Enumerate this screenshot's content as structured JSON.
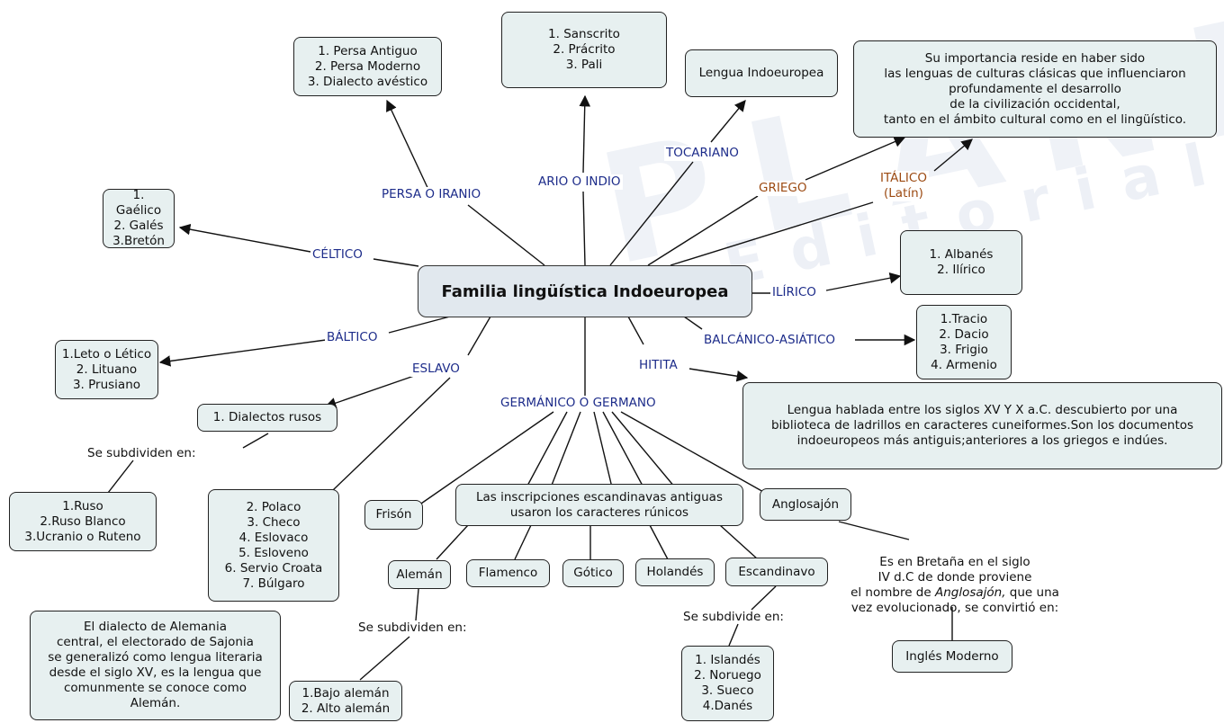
{
  "watermark": {
    "text": "PLANETA",
    "sub": "Editorial"
  },
  "central": "Familia lingüística Indoeuropea",
  "branches": {
    "persa": "PERSA O IRANIO",
    "ario": "ARIO O INDIO",
    "tocariano": "TOCARIANO",
    "griego": "GRIEGO",
    "italico": "ITÁLICO\n(Latín)",
    "celtico": "CÉLTICO",
    "ilirico": "ILÍRICO",
    "baltico": "BÁLTICO",
    "balcanico": "BALCÁNICO-ASIÁTICO",
    "eslavo": "ESLAVO",
    "hitita": "HITITA",
    "germanico": "GERMÁNICO O GERMANO"
  },
  "boxes": {
    "persa": "1. Persa Antiguo\n2. Persa Moderno\n3. Dialecto avéstico",
    "sanscrito": "1. Sanscrito\n2. Prácrito\n3. Pali",
    "tocariano": "Lengua Indoeuropea",
    "importancia": "Su importancia reside en haber sido\nlas lenguas de culturas clásicas que influenciaron\nprofundamente el desarrollo\nde la civilización occidental,\ntanto en el ámbito cultural como en el lingüístico.",
    "celtico": "1. Gaélico\n2. Galés\n3.Bretón",
    "ilirico": "1. Albanés\n2. Ilírico",
    "balcanico": "1.Tracio\n2. Dacio\n3. Frigio\n4. Armenio",
    "baltico": "1.Leto o Lético\n2. Lituano\n3. Prusiano",
    "dialectos_rusos": "1. Dialectos rusos",
    "ruso": "1.Ruso\n2.Ruso Blanco\n3.Ucranio o Ruteno",
    "eslavo_list": "2. Polaco\n3. Checo\n4. Eslovaco\n5. Esloveno\n6. Servio Croata\n7. Búlgaro",
    "hitita": "Lengua hablada entre los siglos XV Y X a.C. descubierto por una\nbiblioteca de ladrillos en caracteres cuneiformes.Son los documentos\nindoeuropeos más antiguis;anteriores a los griegos e indúes.",
    "frison": "Frisón",
    "runicos": "Las inscripciones escandinavas antiguas\nusaron los caracteres rúnicos",
    "anglosajon": "Anglosajón",
    "aleman": "Alemán",
    "flamenco": "Flamenco",
    "gotico": "Gótico",
    "holandes": "Holandés",
    "escandinavo": "Escandinavo",
    "bajo_aleman": "1.Bajo alemán\n2. Alto alemán",
    "escandinavo_list": "1. Islandés\n2. Noruego\n3. Sueco\n4.Danés",
    "ingles": "Inglés Moderno",
    "alemania": "El dialecto de Alemania\ncentral, el electorado de Sajonia\nse generalizó como lengua literaria\ndesde el siglo XV, es la lengua que\ncomunmente se conoce como\nAlemán."
  },
  "links": {
    "subdividen_ruso": "Se subdividen en:",
    "subdividen_aleman": "Se subdividen en:",
    "subdivide_escandinavo": "Se subdivide en:",
    "bretana_pre": "Es en Bretaña en el siglo\nIV d.C de donde proviene\nel nombre de ",
    "bretana_italic": "Anglosajón,",
    "bretana_post": "  que una\nvez evolucionado, se convirtió en:"
  }
}
